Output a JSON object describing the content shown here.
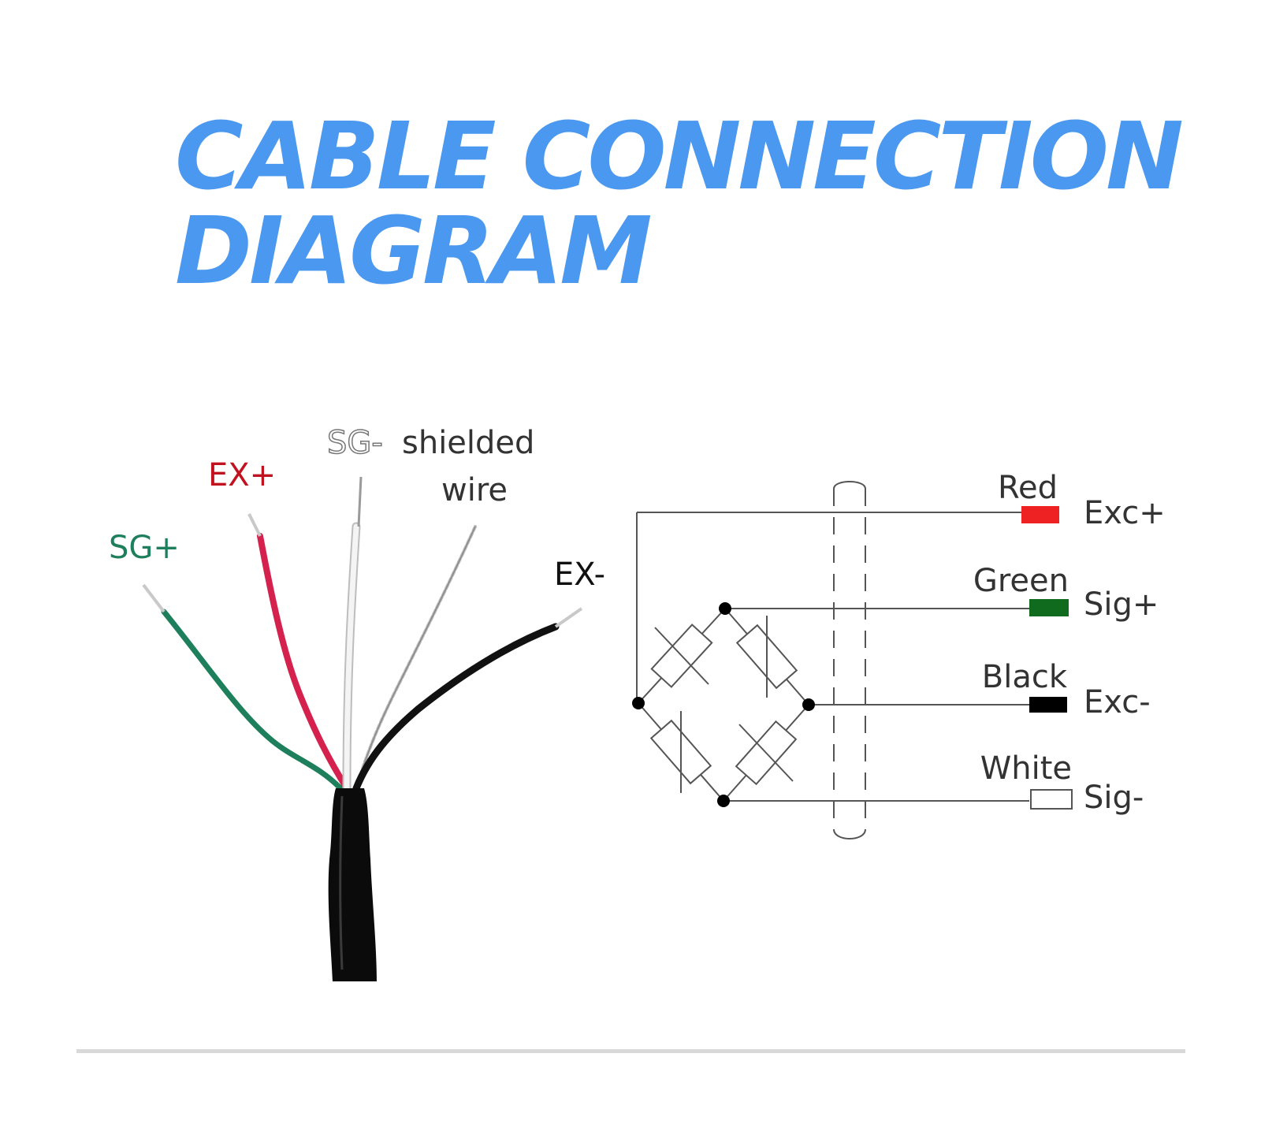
{
  "title": {
    "line1": "CABLE CONNECTION",
    "line2": "DIAGRAM"
  },
  "cable": {
    "labels": {
      "sg_plus": "SG+",
      "ex_plus": "EX+",
      "sg_minus": "SG-",
      "shielded": "shielded",
      "wire": "wire",
      "ex_minus": "EX-"
    },
    "colors": {
      "green": "#1e7f5c",
      "red": "#d4214d",
      "white": "#f4f4f4",
      "shield": "#b8b8b8",
      "black": "#111111",
      "jacket": "#0b0b0b"
    }
  },
  "schematic": {
    "wires": [
      {
        "color_name": "Red",
        "signal": "Exc+",
        "swatch": "#ee2222"
      },
      {
        "color_name": "Green",
        "signal": "Sig+",
        "swatch": "#116b1e"
      },
      {
        "color_name": "Black",
        "signal": "Exc-",
        "swatch": "#000000"
      },
      {
        "color_name": "White",
        "signal": "Sig-",
        "swatch": "#ffffff"
      }
    ]
  },
  "colors": {
    "title": "#4a98ef",
    "label_green": "#1e7f5c",
    "label_red": "#c1121f",
    "line": "#555555"
  }
}
